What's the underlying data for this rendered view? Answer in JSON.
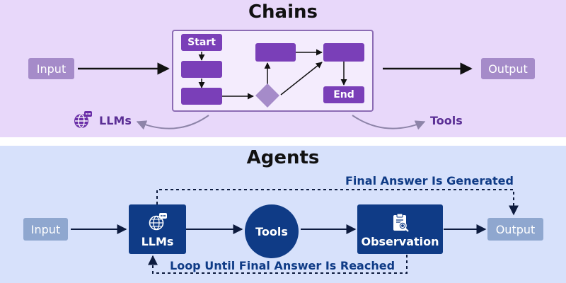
{
  "chains": {
    "title": "Chains",
    "input_label": "Input",
    "output_label": "Output",
    "start_label": "Start",
    "end_label": "End",
    "llms_label": "LLMs",
    "tools_label": "Tools"
  },
  "agents": {
    "title": "Agents",
    "input_label": "Input",
    "output_label": "Output",
    "llms_label": "LLMs",
    "tools_label": "Tools",
    "observation_label": "Observation",
    "final_answer_label": "Final Answer Is Generated",
    "loop_label": "Loop Until Final Answer Is Reached"
  },
  "colors": {
    "chains_bg": "#e8d8fa",
    "agents_bg": "#d7e1fb",
    "chain_node": "#7a3fb8",
    "chain_io": "#a58bc9",
    "agent_node": "#0f3b86",
    "agent_io": "#8fa7cf"
  },
  "icons": {
    "llm": "brain-globe-chat-icon",
    "observation": "clipboard-magnifier-icon"
  }
}
